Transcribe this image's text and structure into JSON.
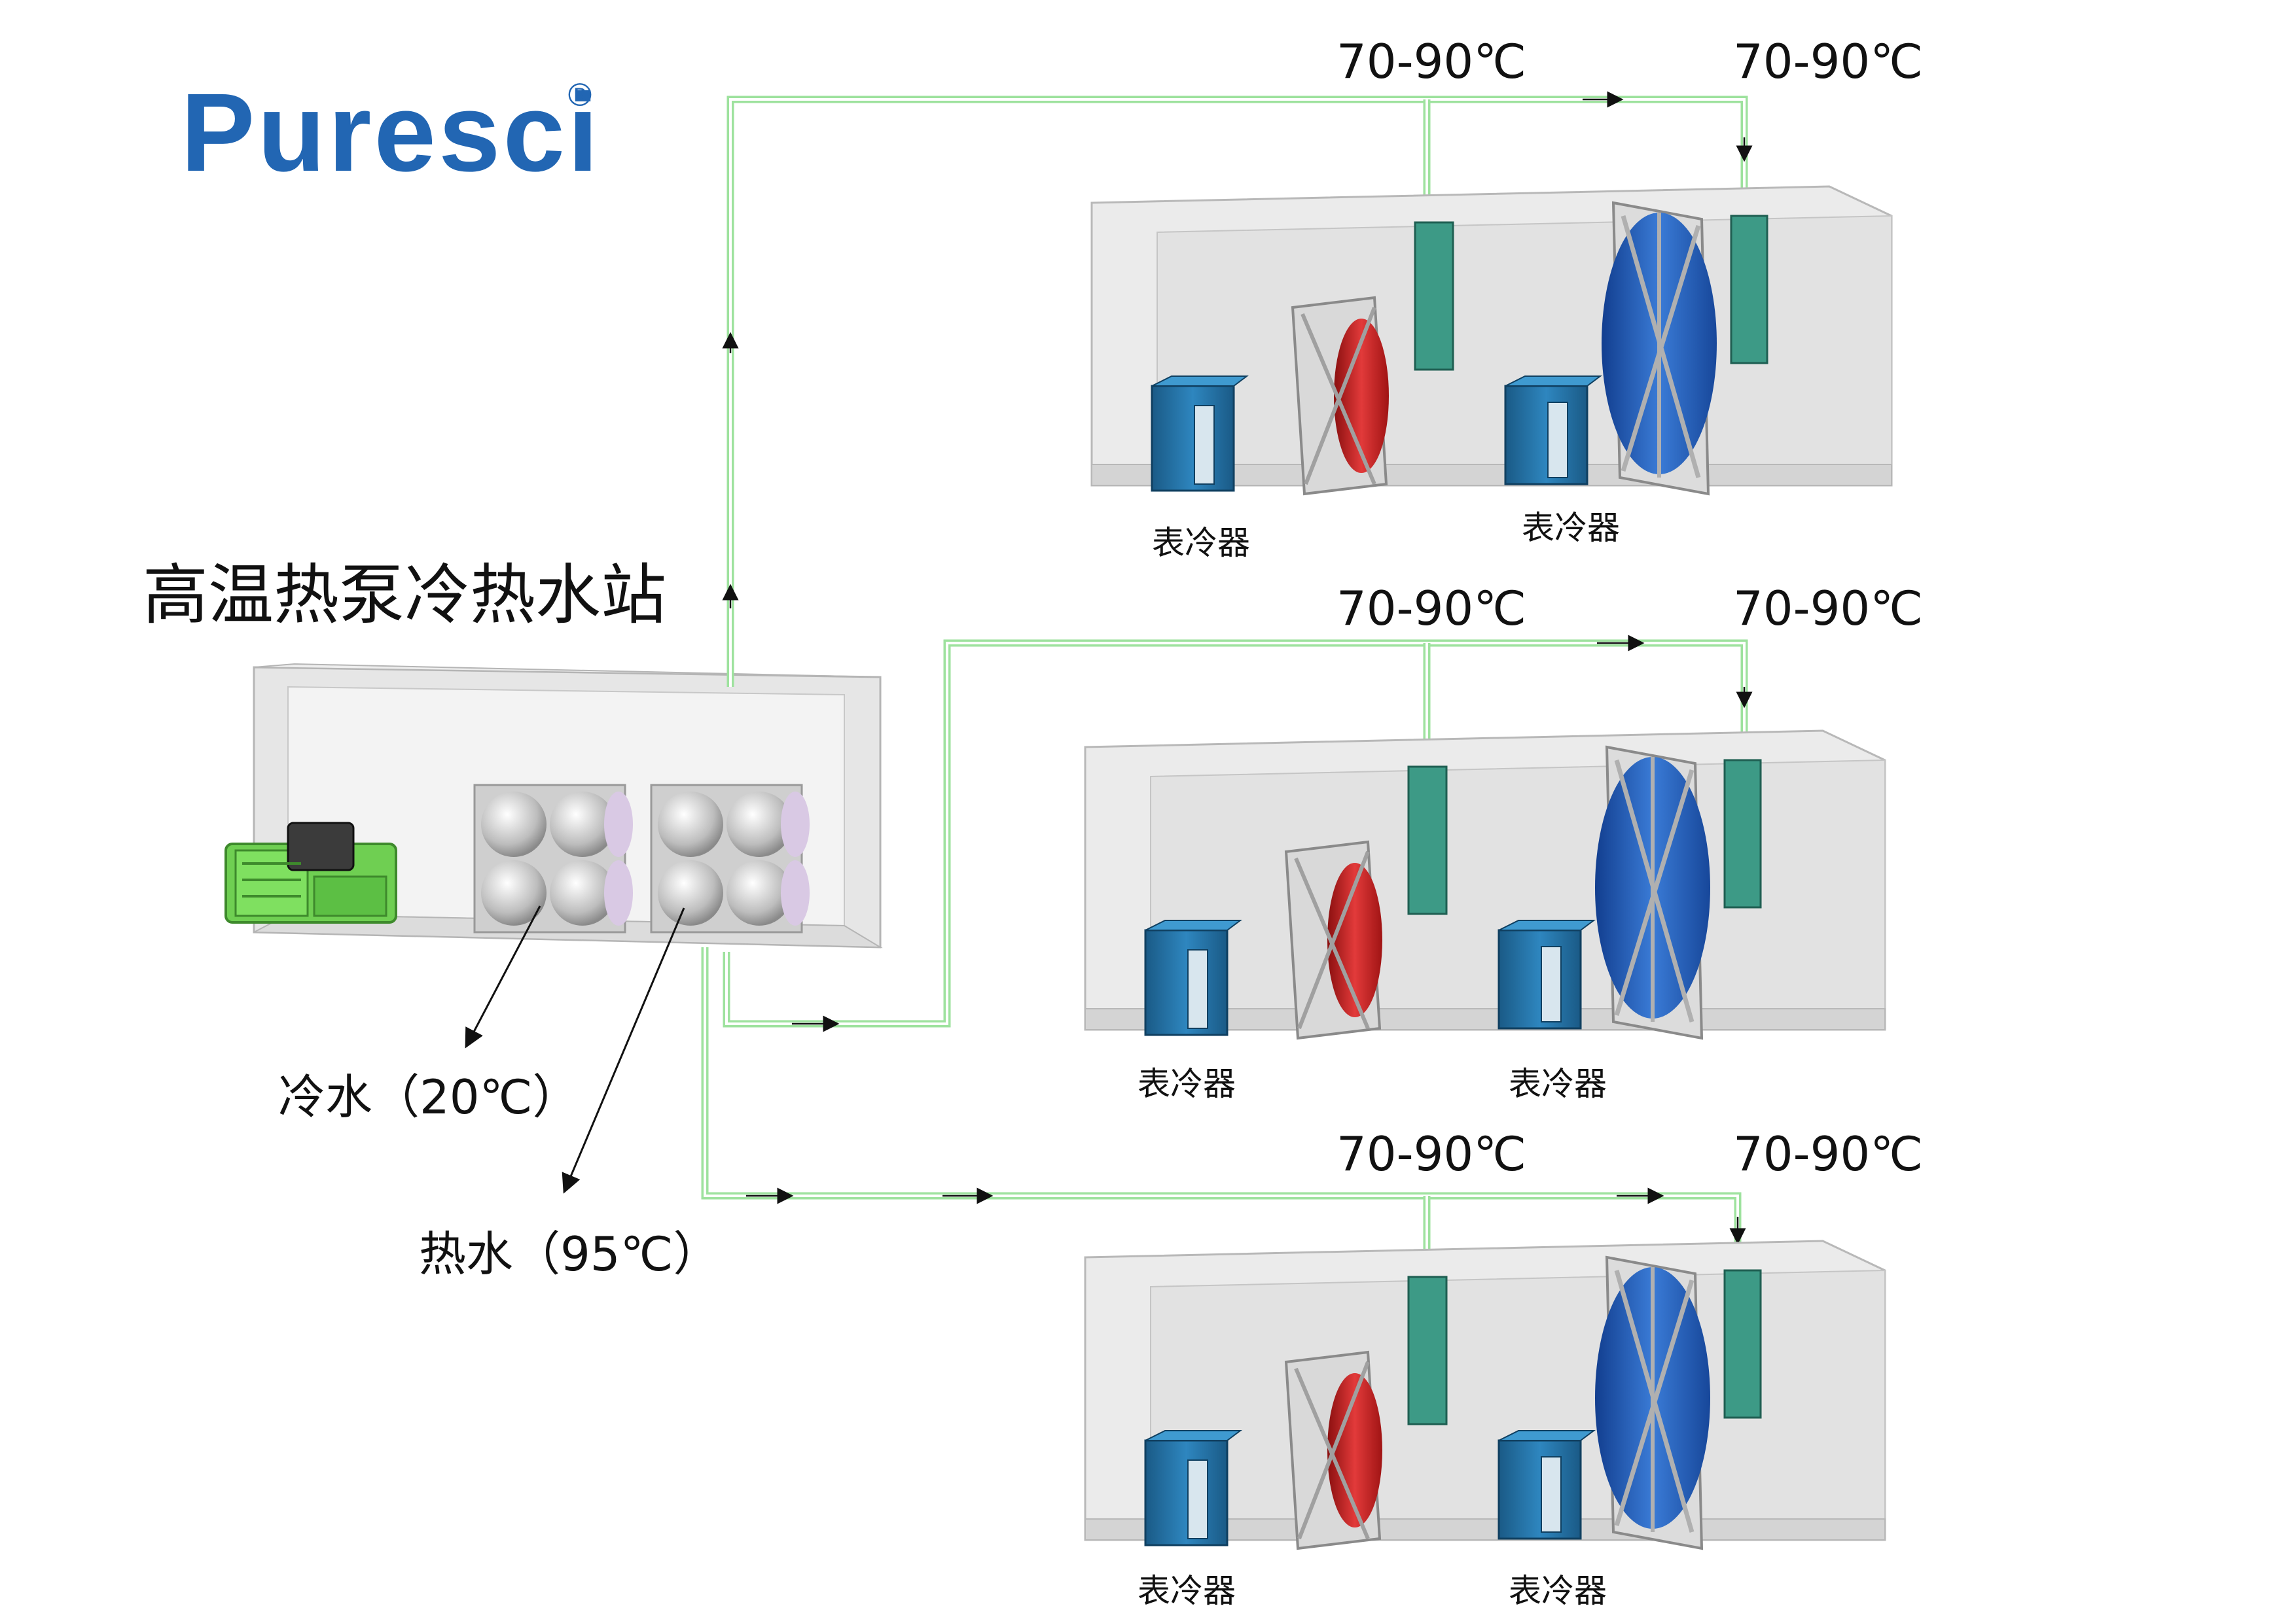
{
  "brand": {
    "name": "Puresci",
    "registered_mark": "®",
    "color": "#2266b3"
  },
  "station_title": "高温热泵冷热水站",
  "outputs": {
    "cold_water": "冷水（20℃）",
    "hot_water": "热水（95℃）"
  },
  "units": [
    {
      "temp_left": "70-90℃",
      "temp_right": "70-90℃",
      "coil_left": "表冷器",
      "coil_right": "表冷器"
    },
    {
      "temp_left": "70-90℃",
      "temp_right": "70-90℃",
      "coil_left": "表冷器",
      "coil_right": "表冷器"
    },
    {
      "temp_left": "70-90℃",
      "temp_right": "70-90℃",
      "coil_left": "表冷器",
      "coil_right": "表冷器"
    }
  ],
  "colors": {
    "pipe": "#7fd67f",
    "heater_coil": "#3d9a86",
    "regeneration_wheel": "#d42222",
    "desiccant_wheel": "#2a5fbf",
    "cooling_coil": "#1f6fa0",
    "compressor": "#6fcf52",
    "housing": "#e4e4e4"
  }
}
